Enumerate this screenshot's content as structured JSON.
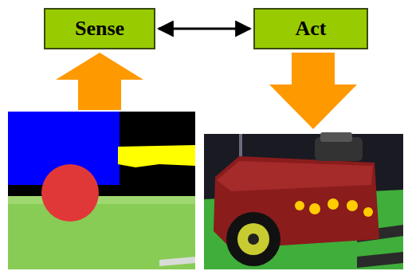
{
  "diagram": {
    "nodes": [
      {
        "text": [
          "Sense"
        ]
      },
      {
        "text": [
          "Act"
        ]
      }
    ],
    "edges": [
      {
        "from": 0,
        "to": 1,
        "arrow": "both"
      }
    ]
  }
}
